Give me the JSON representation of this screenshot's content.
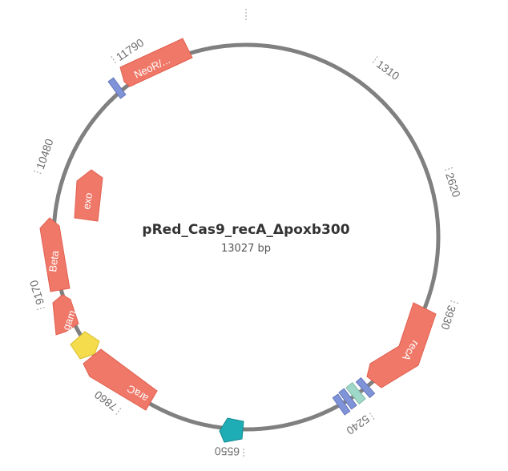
{
  "plasmid": {
    "name": "pRed_Cas9_recA_Δpoxb300",
    "length_label": "13027 bp",
    "length_bp": 13027
  },
  "ticks": [
    "1310",
    "2620",
    "3930",
    "5240",
    "6550",
    "7860",
    "9170",
    "10480",
    "11790"
  ],
  "features": [
    {
      "name": "recA",
      "type": "gene",
      "color": "#f07868",
      "direction": "reverse"
    },
    {
      "name": "araC",
      "type": "gene",
      "color": "#f07868",
      "direction": "reverse"
    },
    {
      "name": "gam",
      "type": "gene",
      "color": "#f07868",
      "direction": "forward"
    },
    {
      "name": "Beta",
      "type": "gene",
      "color": "#f07868",
      "direction": "forward"
    },
    {
      "name": "exo",
      "type": "gene",
      "color": "#f07868",
      "direction": "forward"
    },
    {
      "name": "NeoR/...",
      "type": "gene",
      "color": "#f07868",
      "direction": "forward"
    },
    {
      "name": "",
      "type": "promoter",
      "color": "#1fadb5",
      "direction": "reverse"
    },
    {
      "name": "",
      "type": "promoter",
      "color": "#f5dc4c",
      "direction": "forward"
    },
    {
      "name": "",
      "type": "site",
      "color": "#7f93d8"
    },
    {
      "name": "",
      "type": "site",
      "color": "#7f93d8"
    },
    {
      "name": "",
      "type": "site",
      "color": "#9fd8c8"
    },
    {
      "name": "",
      "type": "site",
      "color": "#7f93d8"
    }
  ],
  "colors": {
    "backbone": "#808080",
    "gene": "#f07868",
    "tick_text": "#6e6e6e"
  }
}
